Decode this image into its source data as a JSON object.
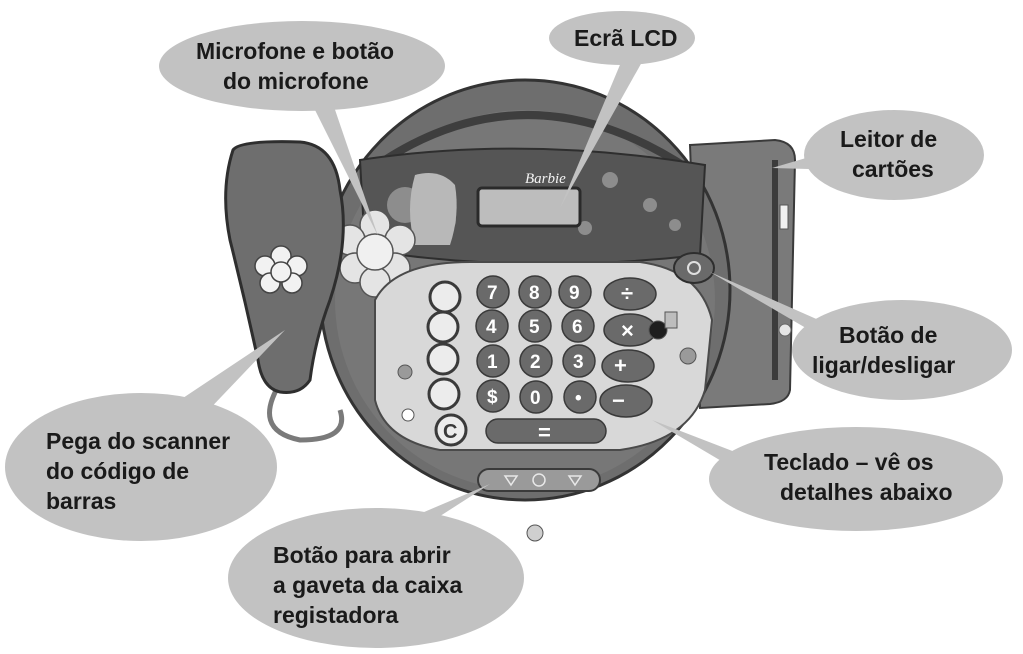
{
  "diagram": {
    "callouts": {
      "microphone": {
        "line1": "Microfone e botão",
        "line2": "do microfone"
      },
      "lcd": {
        "line1": "Ecrã LCD"
      },
      "card_reader": {
        "line1": "Leitor de",
        "line2": "cartões"
      },
      "power": {
        "line1": "Botão de",
        "line2": "ligar/desligar"
      },
      "scanner": {
        "line1": "Pega do scanner",
        "line2": "do código de",
        "line3": "barras"
      },
      "keypad": {
        "line1": "Teclado – vê os",
        "line2": "detalhes abaixo"
      },
      "drawer": {
        "line1": "Botão para abrir",
        "line2": "a gaveta da caixa",
        "line3": "registadora"
      }
    },
    "device": {
      "brand": "Barbie",
      "keys": {
        "row1": [
          "7",
          "8",
          "9",
          "÷"
        ],
        "row2": [
          "4",
          "5",
          "6",
          "×"
        ],
        "row3": [
          "1",
          "2",
          "3",
          "+"
        ],
        "row4": [
          "$",
          "0",
          "•",
          "−"
        ],
        "clear": "C",
        "equals": "="
      }
    },
    "colors": {
      "callout_fill": "#c2c2c2",
      "device_body": "#6e6e6e",
      "device_dark": "#4a4a4a",
      "key_fill": "#6a6a6a",
      "panel_fill": "#d8d8d8"
    }
  }
}
